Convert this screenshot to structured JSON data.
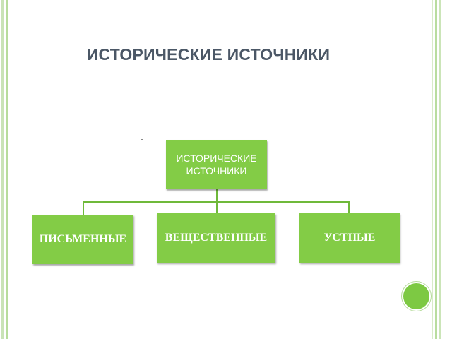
{
  "slide": {
    "title": "ИСТОРИЧЕСКИЕ ИСТОЧНИКИ"
  },
  "diagram": {
    "root": {
      "label": "ИСТОРИЧЕСКИЕ ИСТОЧНИКИ"
    },
    "children": [
      {
        "label": "ПИСЬМЕННЫЕ"
      },
      {
        "label": "ВЕЩЕСТВЕННЫЕ"
      },
      {
        "label": "УСТНЫЕ"
      }
    ]
  },
  "colors": {
    "box_fill": "#83cc46",
    "title_text": "#4b5766",
    "connector": "#6fb93a",
    "accent_circle": "#7dc943"
  }
}
